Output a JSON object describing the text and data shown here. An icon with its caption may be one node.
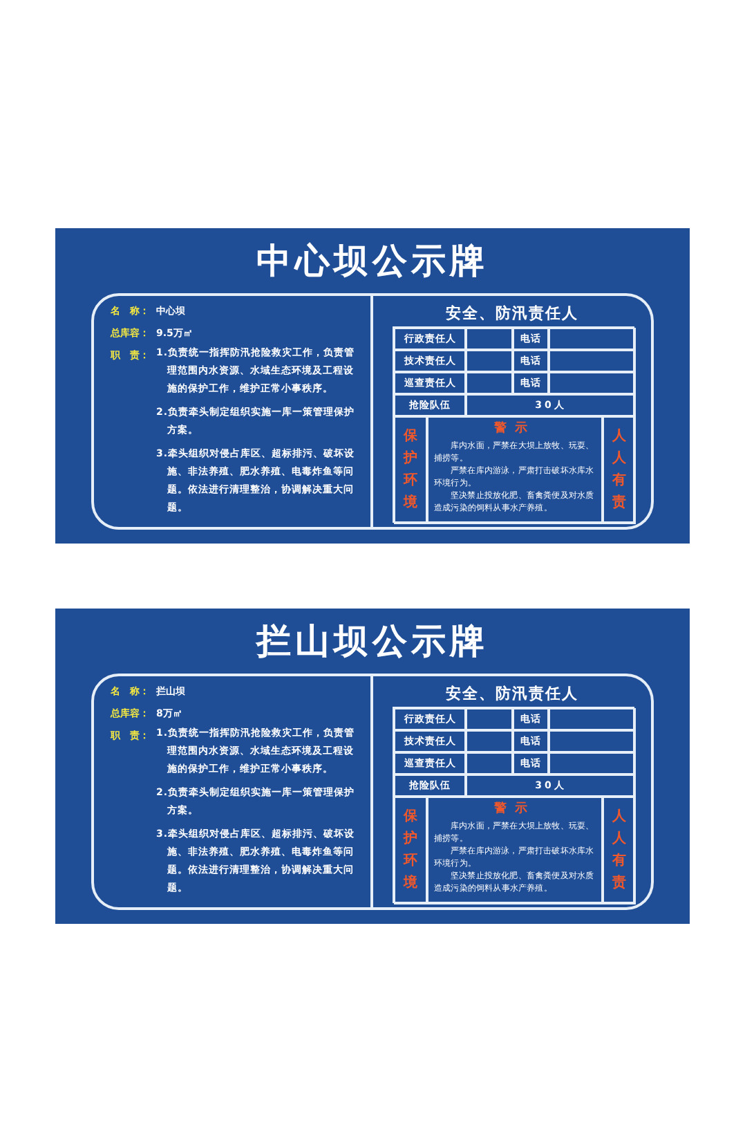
{
  "diagram": {
    "nodes": [
      {
        "text": [
          "中心坝公示牌"
        ]
      },
      {
        "text": [
          "名　称：",
          "中心坝",
          "总库容：",
          "9.5万㎡",
          "职　责：",
          "1.负责统一指挥防汛抢险救灾工作，负责管理范围内水资源、水域生态环境及工程设施的保护工作，维护正常小事秩序。",
          "2.负责牵头制定组织实施一库一策管理保护方案。",
          "3.牵头组织对侵占库区、超标排污、破坏设施、非法养殖、肥水养殖、电毒炸鱼等问题。依法进行清理整治，协调解决重大问题。"
        ],
        "in": 0
      },
      {
        "text": [
          "安全、防汛责任人"
        ],
        "in": 0
      },
      {
        "text": [
          "行政责任人",
          "电话",
          "技术责任人",
          "电话",
          "巡查责任人",
          "电话",
          "抢险队伍",
          "30人"
        ],
        "in": 2
      },
      {
        "text": [
          "保护环境"
        ],
        "in": 3
      },
      {
        "text": [
          "警示",
          "库内水面，严禁在大坝上放牧、玩耍、捕捞等。",
          "严禁在库内游泳，严肃打击破坏水库水环境行为。",
          "坚决禁止投放化肥、畜禽粪便及对水质造成污染的饲料从事水产养殖。"
        ],
        "in": 3
      },
      {
        "text": [
          "人人有责"
        ],
        "in": 3
      },
      {
        "text": [
          "拦山坝公示牌"
        ]
      },
      {
        "text": [
          "名　称：",
          "拦山坝",
          "总库容：",
          "8万㎡",
          "职　责：",
          "1.负责统一指挥防汛抢险救灾工作，负责管理范围内水资源、水域生态环境及工程设施的保护工作，维护正常小事秩序。",
          "2.负责牵头制定组织实施一库一策管理保护方案。",
          "3.牵头组织对侵占库区、超标排污、破坏设施、非法养殖、肥水养殖、电毒炸鱼等问题。依法进行清理整治，协调解决重大问题。"
        ],
        "in": 7
      },
      {
        "text": [
          "安全、防汛责任人"
        ],
        "in": 7
      },
      {
        "text": [
          "行政责任人",
          "电话",
          "技术责任人",
          "电话",
          "巡查责任人",
          "电话",
          "抢险队伍",
          "30人"
        ],
        "in": 9
      },
      {
        "text": [
          "保护环境"
        ],
        "in": 10
      },
      {
        "text": [
          "警示",
          "库内水面，严禁在大坝上放牧、玩耍、捕捞等。",
          "严禁在库内游泳，严肃打击破坏水库水环境行为。",
          "坚决禁止投放化肥、畜禽粪便及对水质造成污染的饲料从事水产养殖。"
        ],
        "in": 10
      },
      {
        "text": [
          "人人有责"
        ],
        "in": 10
      }
    ]
  }
}
